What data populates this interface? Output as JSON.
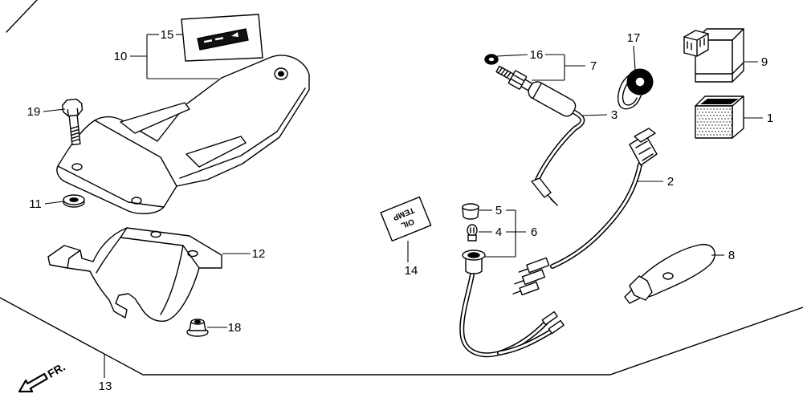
{
  "diagram": {
    "callouts": {
      "p1": "1",
      "p2": "2",
      "p3": "3",
      "p4": "4",
      "p5": "5",
      "p6": "6",
      "p7": "7",
      "p8": "8",
      "p9": "9",
      "p10": "10",
      "p11": "11",
      "p12": "12",
      "p13": "13",
      "p14": "14",
      "p15": "15",
      "p16": "16",
      "p17": "17",
      "p18": "18",
      "p19": "19"
    },
    "direction_label": "FR.",
    "oil_temp_label": {
      "line1": "OIL",
      "line2": "TEMP"
    },
    "icons": {
      "direction": "fr-arrow-icon"
    },
    "colors": {
      "ink": "#000000",
      "background": "#ffffff"
    }
  }
}
